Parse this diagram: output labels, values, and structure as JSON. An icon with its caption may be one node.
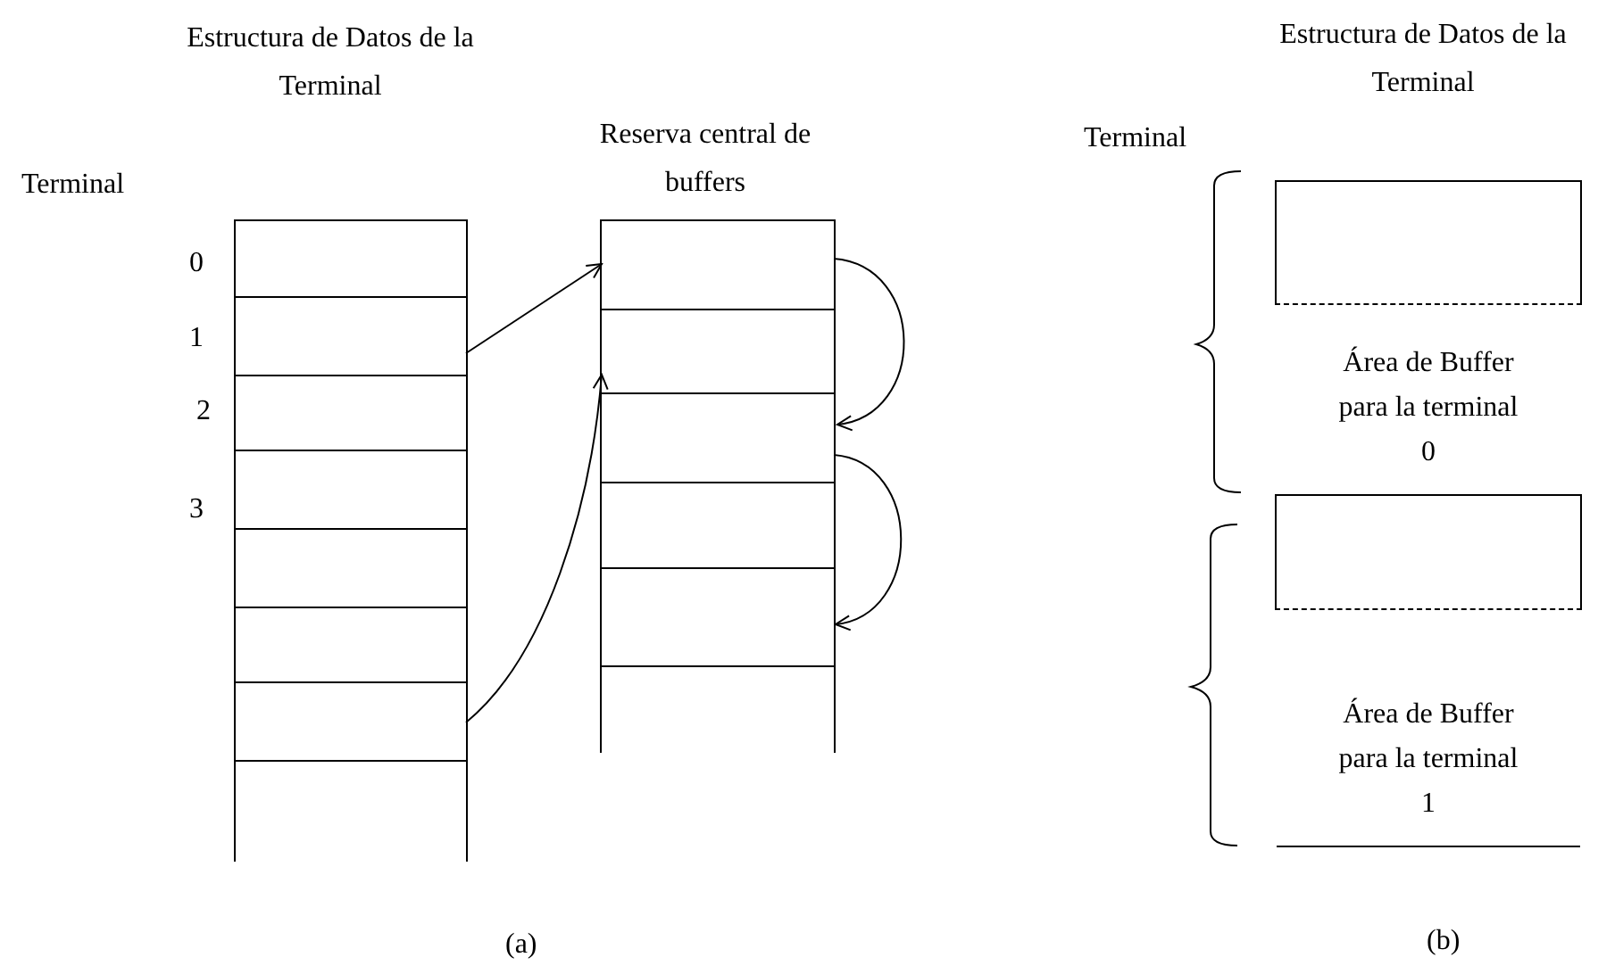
{
  "diagram": {
    "nodes": [
      {
        "text": [
          "Estructura de Datos de la Terminal"
        ]
      },
      {
        "text": [],
        "shape": "box",
        "in": 0
      },
      {
        "text": [],
        "shape": "box",
        "in": 0
      },
      {
        "text": [],
        "shape": "box",
        "in": 0
      },
      {
        "text": [],
        "shape": "box",
        "in": 0
      },
      {
        "text": [],
        "shape": "box",
        "in": 0
      },
      {
        "text": [],
        "shape": "box",
        "in": 0
      },
      {
        "text": [],
        "shape": "box",
        "in": 0
      },
      {
        "text": [],
        "shape": "box",
        "in": 0
      },
      {
        "text": [
          "Reserva central de buffers"
        ]
      },
      {
        "text": [],
        "shape": "box",
        "in": 9
      },
      {
        "text": [],
        "shape": "box",
        "in": 9
      },
      {
        "text": [],
        "shape": "box",
        "in": 9
      },
      {
        "text": [],
        "shape": "box",
        "in": 9
      },
      {
        "text": [],
        "shape": "box",
        "in": 9
      },
      {
        "text": [],
        "shape": "box",
        "in": 9
      },
      {
        "text": [
          "Estructura de Datos de la Terminal"
        ]
      },
      {
        "text": [],
        "shape": "box",
        "in": 16
      },
      {
        "text": [
          "Área de Buffer para la terminal 0"
        ],
        "in": 16
      },
      {
        "text": [],
        "shape": "box",
        "in": 16
      },
      {
        "text": [
          "Área de Buffer para la terminal 1"
        ],
        "in": 16
      }
    ],
    "edges": [
      {
        "from": 2,
        "to": 10,
        "arrow": "to"
      },
      {
        "from": 7,
        "to": 11,
        "arrow": "to"
      },
      {
        "from": 10,
        "to": 12,
        "arrow": "to"
      },
      {
        "from": 12,
        "to": 14,
        "arrow": "to"
      }
    ],
    "labels": [
      "Terminal",
      "0",
      "1",
      "2",
      "3",
      "Terminal",
      "(a)",
      "(b)"
    ]
  }
}
